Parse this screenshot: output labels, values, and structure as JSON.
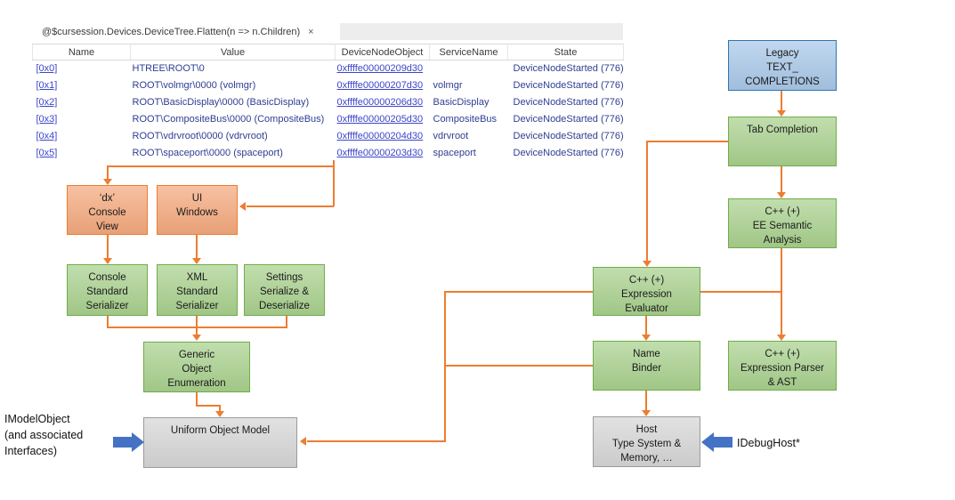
{
  "colors": {
    "connector_orange": "#ED7D31",
    "box_green_fill": "#A9D18E",
    "box_green_border": "#70AD47",
    "box_orange_fill": "#F4A97E",
    "box_orange_border": "#ED7D31",
    "box_blue_fill": "#A9C8E8",
    "box_blue_border": "#2E75B6",
    "box_gray_fill": "#D6D6D6",
    "box_gray_border": "#9B9B9B",
    "block_arrow_blue": "#4472C4",
    "link_blue": "#3C45C8",
    "value_navy": "#2E3E92",
    "header_text": "#3B3B3B",
    "tab_strip_bg": "#EDEDED",
    "grid_border": "#D9D9D9"
  },
  "table": {
    "tab_label": "@$cursession.Devices.DeviceTree.Flatten(n => n.Children)",
    "close_label": "×",
    "columns": [
      "Name",
      "Value",
      "DeviceNodeObject",
      "ServiceName",
      "State"
    ],
    "rows": [
      {
        "name": "[0x0]",
        "value": "HTREE\\ROOT\\0",
        "device_node_object": "0xffffe00000209d30",
        "service_name": "",
        "state": "DeviceNodeStarted (776)"
      },
      {
        "name": "[0x1]",
        "value": "ROOT\\volmgr\\0000 (volmgr)",
        "device_node_object": "0xffffe00000207d30",
        "service_name": "volmgr",
        "state": "DeviceNodeStarted (776)"
      },
      {
        "name": "[0x2]",
        "value": "ROOT\\BasicDisplay\\0000 (BasicDisplay)",
        "device_node_object": "0xffffe00000206d30",
        "service_name": "BasicDisplay",
        "state": "DeviceNodeStarted (776)"
      },
      {
        "name": "[0x3]",
        "value": "ROOT\\CompositeBus\\0000 (CompositeBus)",
        "device_node_object": "0xffffe00000205d30",
        "service_name": "CompositeBus",
        "state": "DeviceNodeStarted (776)"
      },
      {
        "name": "[0x4]",
        "value": "ROOT\\vdrvroot\\0000 (vdrvroot)",
        "device_node_object": "0xffffe00000204d30",
        "service_name": "vdrvroot",
        "state": "DeviceNodeStarted (776)"
      },
      {
        "name": "[0x5]",
        "value": "ROOT\\spaceport\\0000 (spaceport)",
        "device_node_object": "0xffffe00000203d30",
        "service_name": "spaceport",
        "state": "DeviceNodeStarted (776)"
      }
    ]
  },
  "flowchart": {
    "boxes": {
      "legacy_text_completions": "Legacy\nTEXT_\nCOMPLETIONS",
      "tab_completion": "Tab Completion",
      "ee_semantic_analysis": "C++ (+)\nEE Semantic\nAnalysis",
      "expression_parser_ast": "C++ (+)\nExpression Parser\n& AST",
      "expression_evaluator": "C++ (+)\nExpression\nEvaluator",
      "name_binder": "Name\nBinder",
      "host_type_system": "Host\nType System &\nMemory, …",
      "dx_console_view": "‘dx’\nConsole\nView",
      "ui_windows": "UI\nWindows",
      "console_standard_serializer": "Console\nStandard\nSerializer",
      "xml_standard_serializer": "XML\nStandard\nSerializer",
      "settings_serialize_deserialize": "Settings\nSerialize &\nDeserialize",
      "generic_object_enumeration": "Generic\nObject\nEnumeration",
      "uniform_object_model": "Uniform Object Model"
    },
    "labels": {
      "imodelobject": "IModelObject\n(and associated\nInterfaces)",
      "idebughost": "IDebugHost*"
    }
  }
}
